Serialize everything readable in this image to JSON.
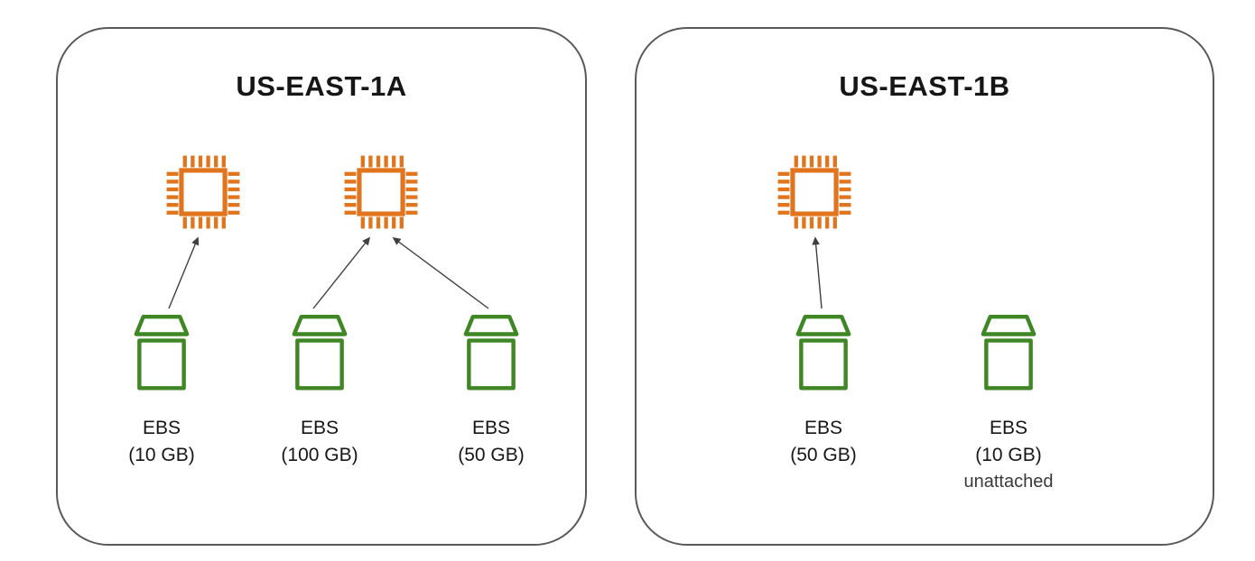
{
  "diagram": {
    "colors": {
      "instance-color": "#E0751D",
      "volume-color": "#3F8624",
      "zone-border-color": "#595959",
      "arrow-color": "#3F3F3F",
      "text-color": "#161616",
      "note-color": "#3A3A3A"
    },
    "zones": [
      {
        "title": "US-EAST-1A",
        "instances": [
          "ec2-instance-1",
          "ec2-instance-2"
        ],
        "volumes": [
          {
            "name": "EBS",
            "size": "(10 GB)",
            "note": ""
          },
          {
            "name": "EBS",
            "size": "(100 GB)",
            "note": ""
          },
          {
            "name": "EBS",
            "size": "(50 GB)",
            "note": ""
          }
        ],
        "attachments": [
          "EBS (10 GB) -> ec2-instance-1",
          "EBS (100 GB) -> ec2-instance-2",
          "EBS (50 GB) -> ec2-instance-2"
        ]
      },
      {
        "title": "US-EAST-1B",
        "instances": [
          "ec2-instance-3"
        ],
        "volumes": [
          {
            "name": "EBS",
            "size": "(50 GB)",
            "note": ""
          },
          {
            "name": "EBS",
            "size": "(10 GB)",
            "note": "unattached"
          }
        ],
        "attachments": [
          "EBS (50 GB) -> ec2-instance-3"
        ]
      }
    ]
  }
}
